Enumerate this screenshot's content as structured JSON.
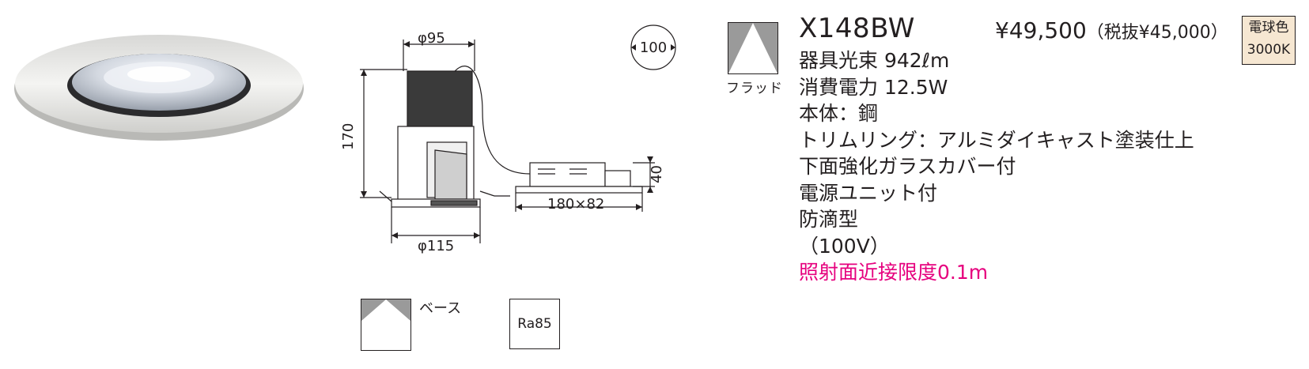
{
  "product": {
    "model": "X148BW",
    "price": "¥49,500",
    "price_tax_note": "（税抜¥45,000）",
    "beam_type": "フラッド",
    "color_badge": {
      "line1": "電球色",
      "line2": "3000K",
      "background": "#f6e7d2"
    }
  },
  "specs": [
    "器具光束 942ℓm",
    "消費電力 12.5W",
    "本体：鋼",
    "トリムリング：アルミダイキャスト塗装仕上",
    "下面強化ガラスカバー付",
    "電源ユニット付",
    "防滴型",
    "（100V）"
  ],
  "warning": {
    "text": "照射面近接限度0.1m",
    "color": "#e6007e"
  },
  "drawing": {
    "top_diameter": "φ95",
    "height": "170",
    "bottom_diameter": "φ115",
    "power_unit_size": "180×82",
    "power_unit_height": "40",
    "cutout": "100"
  },
  "bottom": {
    "base_label": "ベース",
    "ra_label": "Ra85"
  },
  "icons": {
    "flood": "flood-beam-icon",
    "base": "base-mount-icon"
  }
}
